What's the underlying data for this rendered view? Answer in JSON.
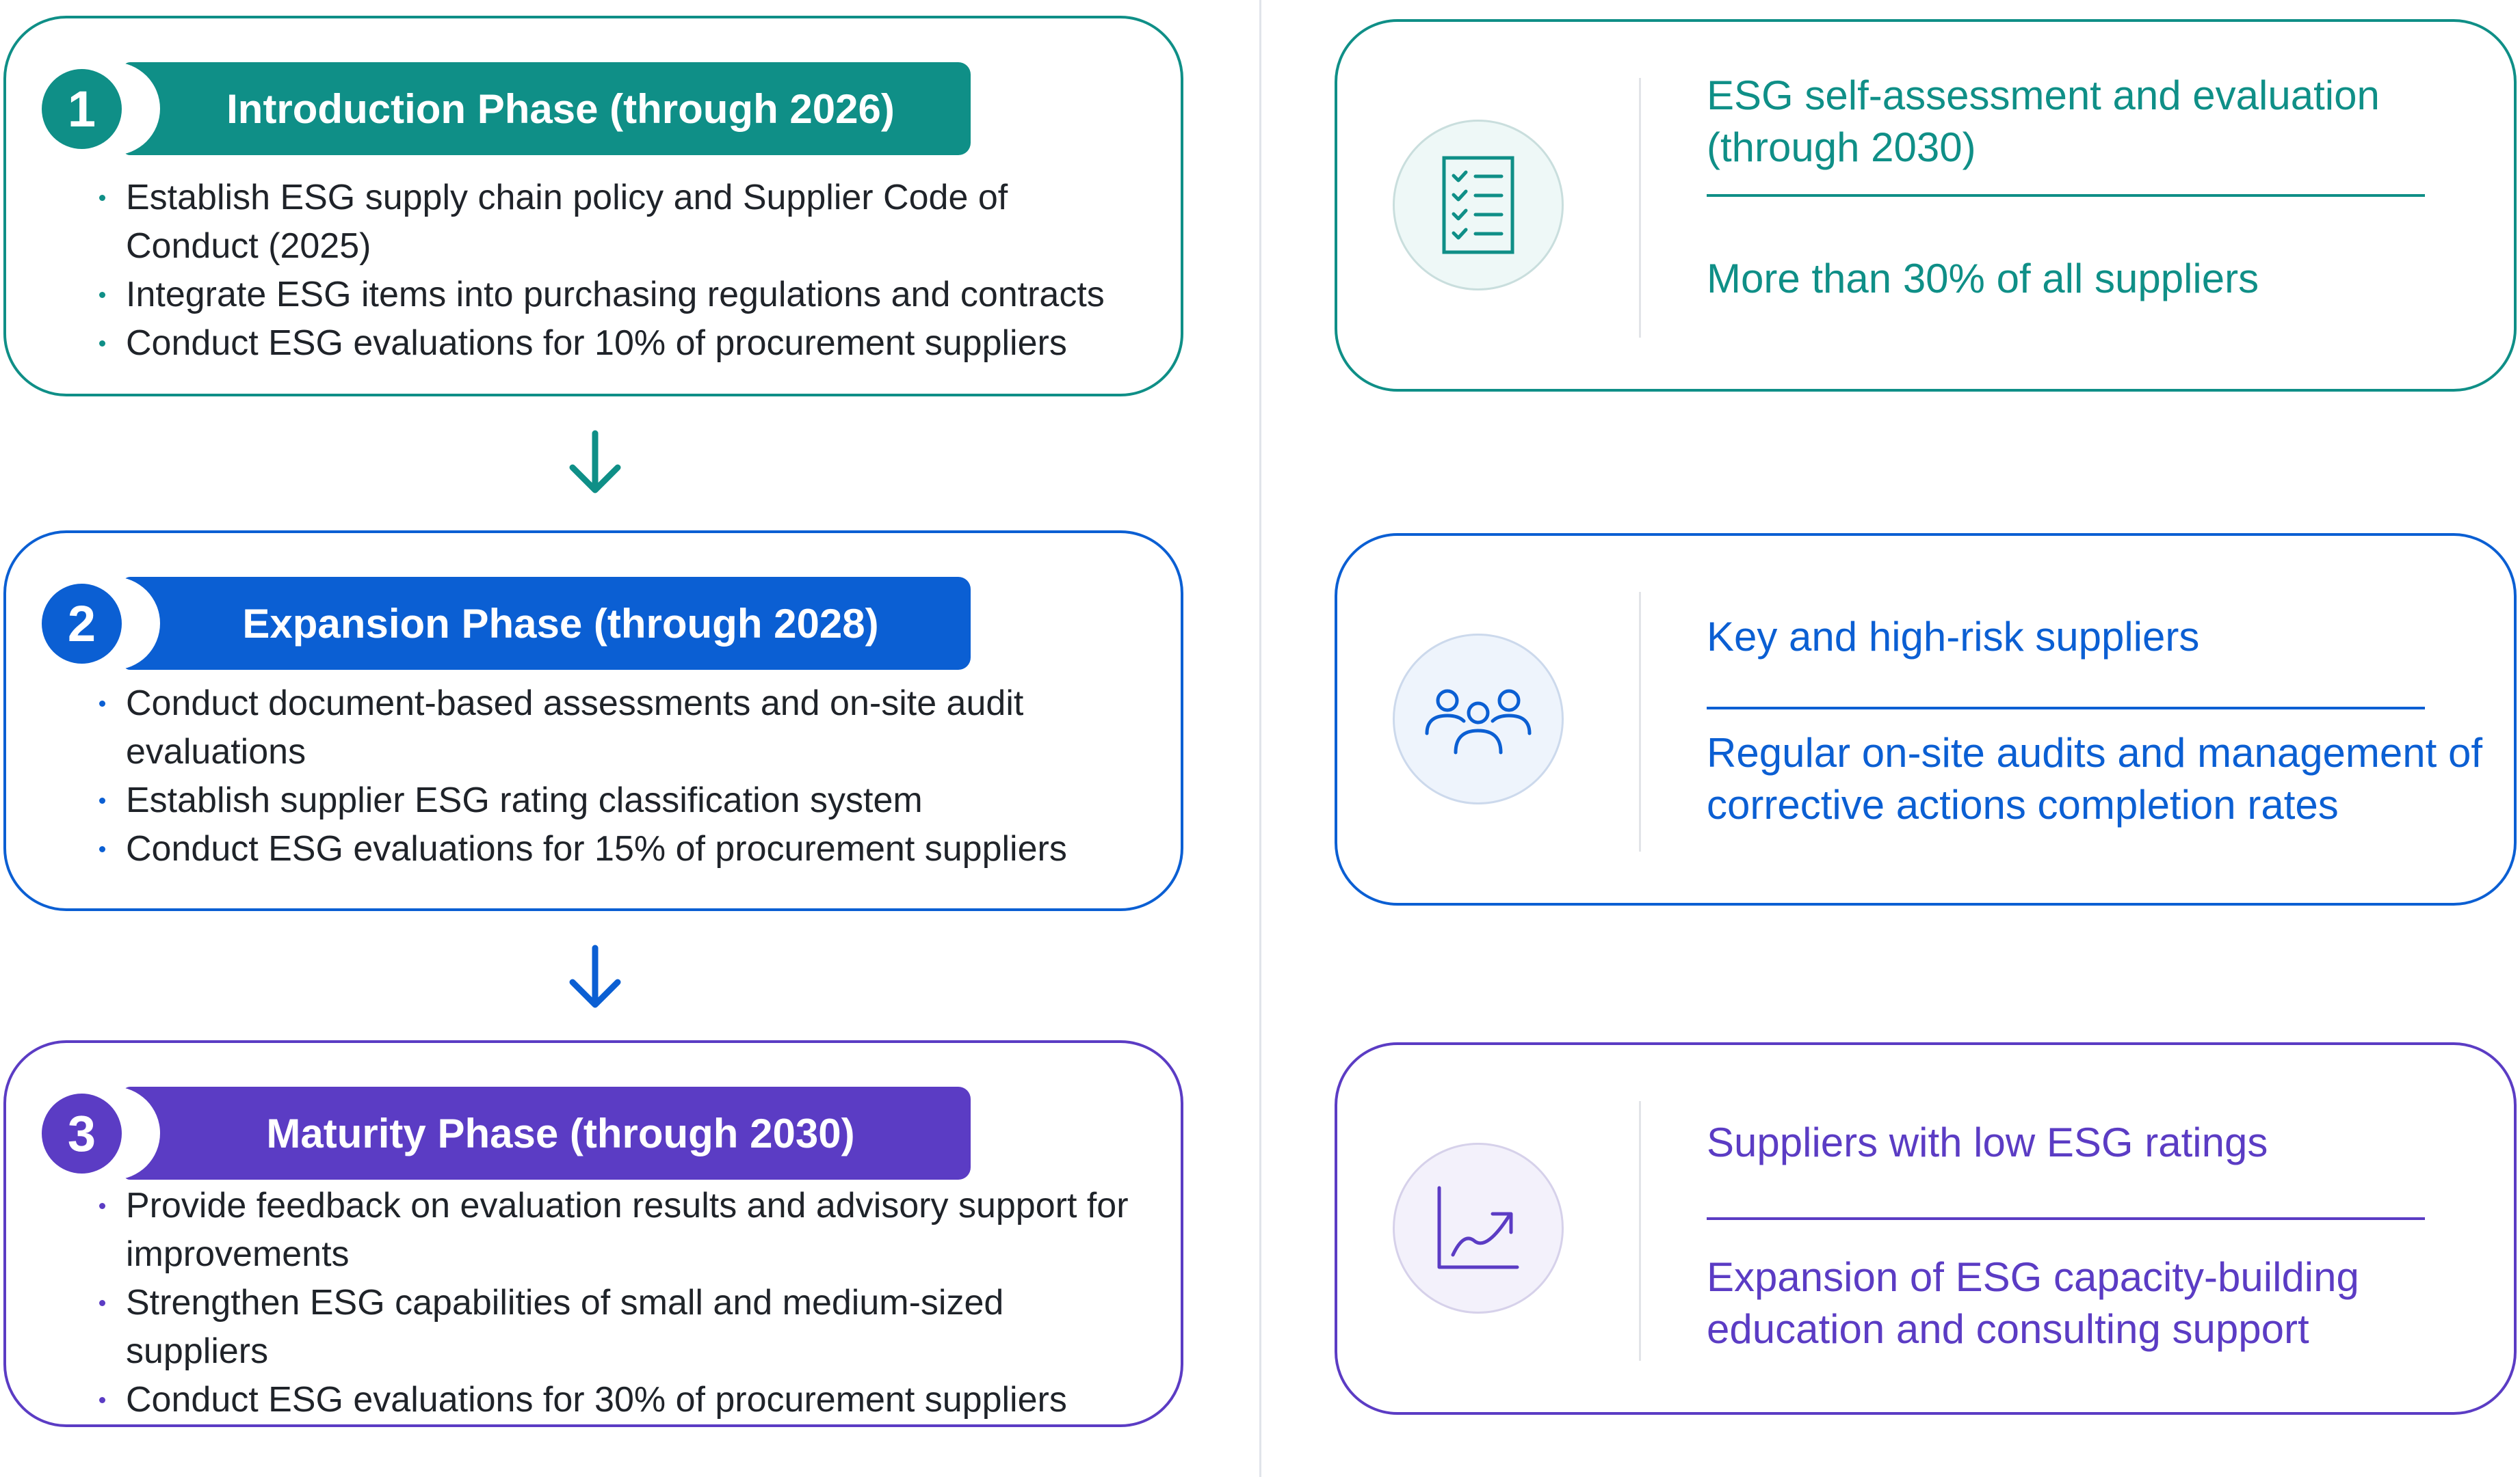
{
  "colors": {
    "phase1": "#0f8f87",
    "phase2": "#0b5fd3",
    "phase3": "#5b3cc4"
  },
  "phases": [
    {
      "number": "1",
      "title": "Introduction Phase (through 2026)",
      "bullets": [
        "Establish ESG supply chain policy and Supplier Code of Conduct (2025)",
        "Integrate ESG items into purchasing regulations and contracts",
        "Conduct ESG evaluations for 10% of procurement suppliers"
      ]
    },
    {
      "number": "2",
      "title": "Expansion Phase (through 2028)",
      "bullets": [
        "Conduct document-based assessments and on-site audit evaluations",
        "Establish supplier ESG rating classification system",
        "Conduct ESG evaluations for 15% of procurement suppliers"
      ]
    },
    {
      "number": "3",
      "title": "Maturity Phase (through 2030)",
      "bullets": [
        "Provide feedback on evaluation results and advisory support for improvements",
        "Strengthen ESG capabilities of small and medium-sized suppliers",
        "Conduct ESG evaluations for 30% of procurement suppliers"
      ]
    }
  ],
  "goals": [
    {
      "icon": "checklist-icon",
      "title": "ESG self-assessment and evaluation (through 2030)",
      "description": "More than 30% of all suppliers"
    },
    {
      "icon": "people-group-icon",
      "title": "Key and high-risk suppliers",
      "description": "Regular on-site audits and management of corrective actions completion rates"
    },
    {
      "icon": "growth-chart-icon",
      "title": "Suppliers with low ESG ratings",
      "description": "Expansion of ESG capacity-building education and consulting support"
    }
  ]
}
